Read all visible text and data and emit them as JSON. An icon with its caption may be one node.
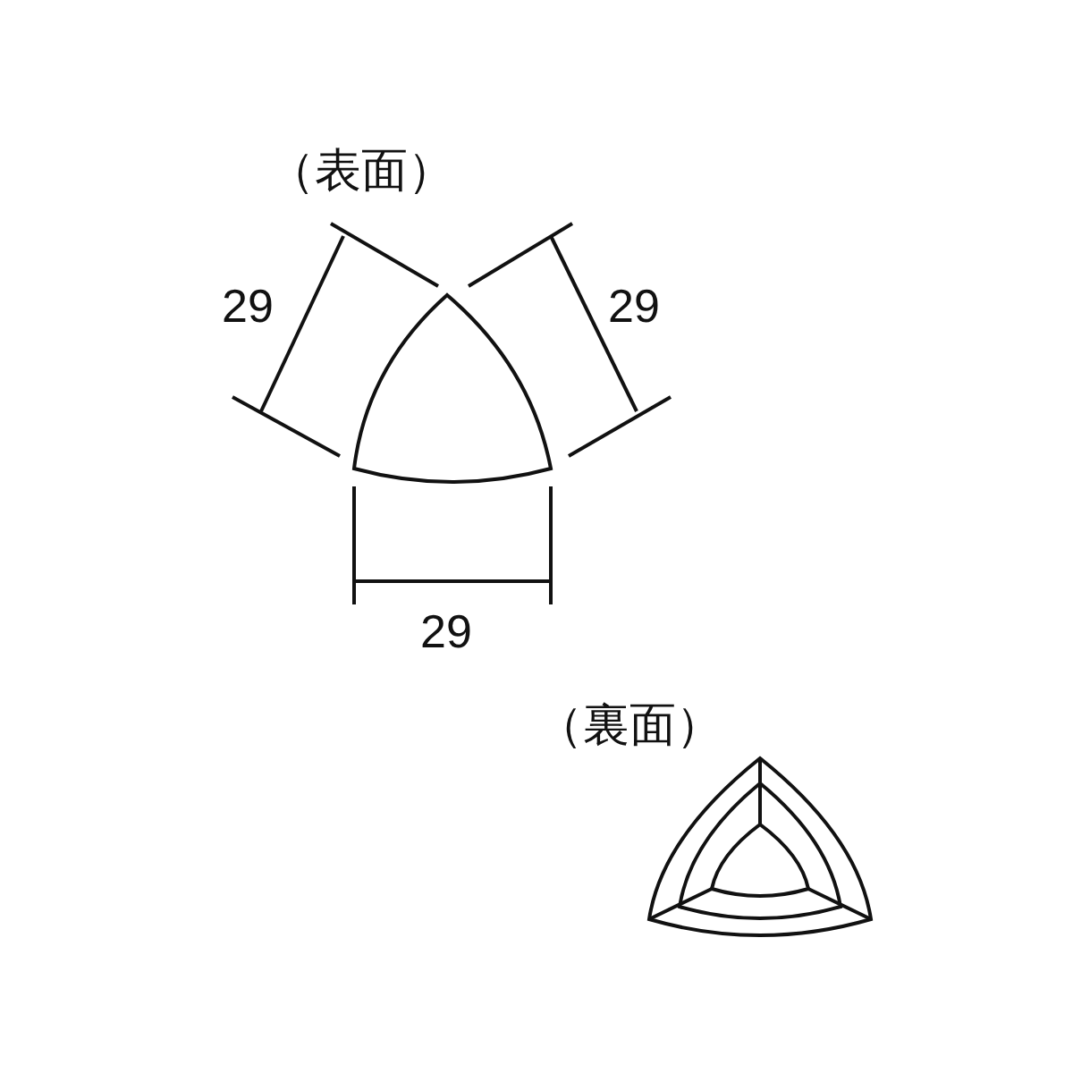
{
  "diagram": {
    "labels": [
      "（表面）",
      "29",
      "29",
      "29",
      "（裏面）"
    ]
  }
}
